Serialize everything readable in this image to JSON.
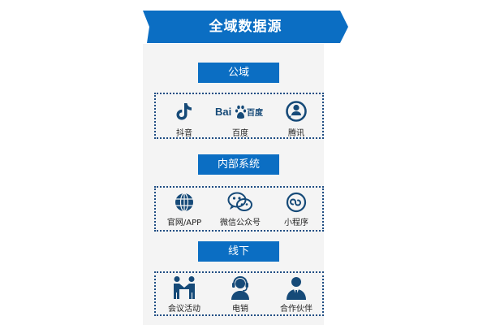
{
  "title": "全域数据源",
  "colors": {
    "banner": "#0b6ec3",
    "label_bg": "#0b6ec3",
    "icon": "#164a78",
    "panel": "#f4f4f4",
    "border": "#1f4d83"
  },
  "sections": [
    {
      "label": "公域",
      "items": [
        {
          "label": "抖音",
          "icon": "tiktok-icon"
        },
        {
          "label": "百度",
          "icon": "baidu-logo-icon",
          "logo_text": [
            "Bai",
            "百度"
          ]
        },
        {
          "label": "腾讯",
          "icon": "tencent-icon"
        }
      ]
    },
    {
      "label": "内部系统",
      "items": [
        {
          "label": "官网/APP",
          "icon": "globe-icon"
        },
        {
          "label": "微信公众号",
          "icon": "wechat-icon"
        },
        {
          "label": "小程序",
          "icon": "mini-program-icon"
        }
      ]
    },
    {
      "label": "线下",
      "items": [
        {
          "label": "会议活动",
          "icon": "handshake-icon"
        },
        {
          "label": "电销",
          "icon": "headset-agent-icon"
        },
        {
          "label": "合作伙伴",
          "icon": "partner-person-icon"
        }
      ]
    }
  ]
}
